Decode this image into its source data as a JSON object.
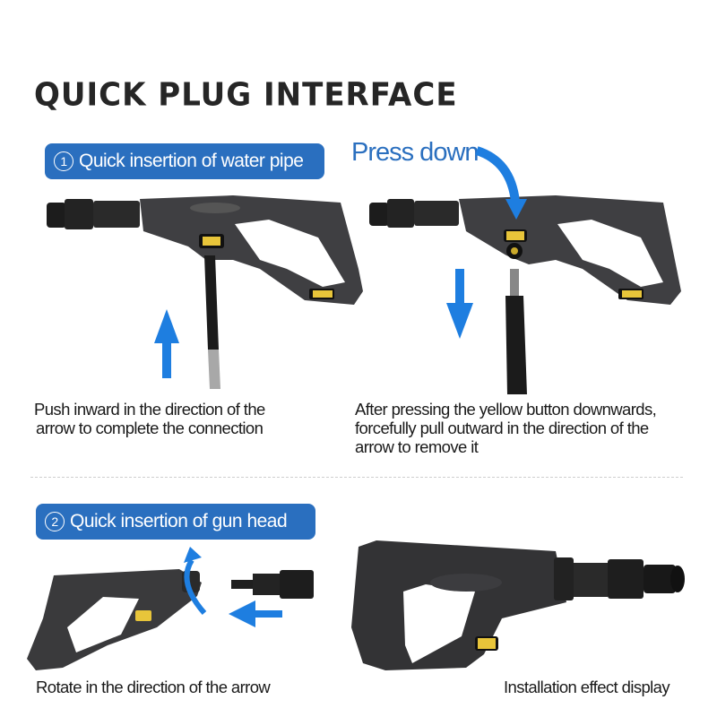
{
  "title": "QUICK PLUG INTERFACE",
  "section1": {
    "badge_number": "1",
    "badge_label": "Quick insertion of water pipe",
    "left_caption_line1": "Push inward in the direction of the",
    "left_caption_line2": "arrow to complete the connection",
    "press_label": "Press down",
    "right_caption_line1": "After pressing the yellow button downwards,",
    "right_caption_line2": "forcefully pull outward in the direction of the",
    "right_caption_line3": "arrow to remove it"
  },
  "section2": {
    "badge_number": "2",
    "badge_label": "Quick insertion of gun head",
    "left_caption": "Rotate in the direction of the arrow",
    "right_caption": "Installation effect display"
  },
  "colors": {
    "badge_blue": "#2a6fbf",
    "arrow_blue": "#1e7ee0",
    "gun_body": "#3a3a3c",
    "button_yellow": "#e8c53a",
    "title": "#262626"
  }
}
